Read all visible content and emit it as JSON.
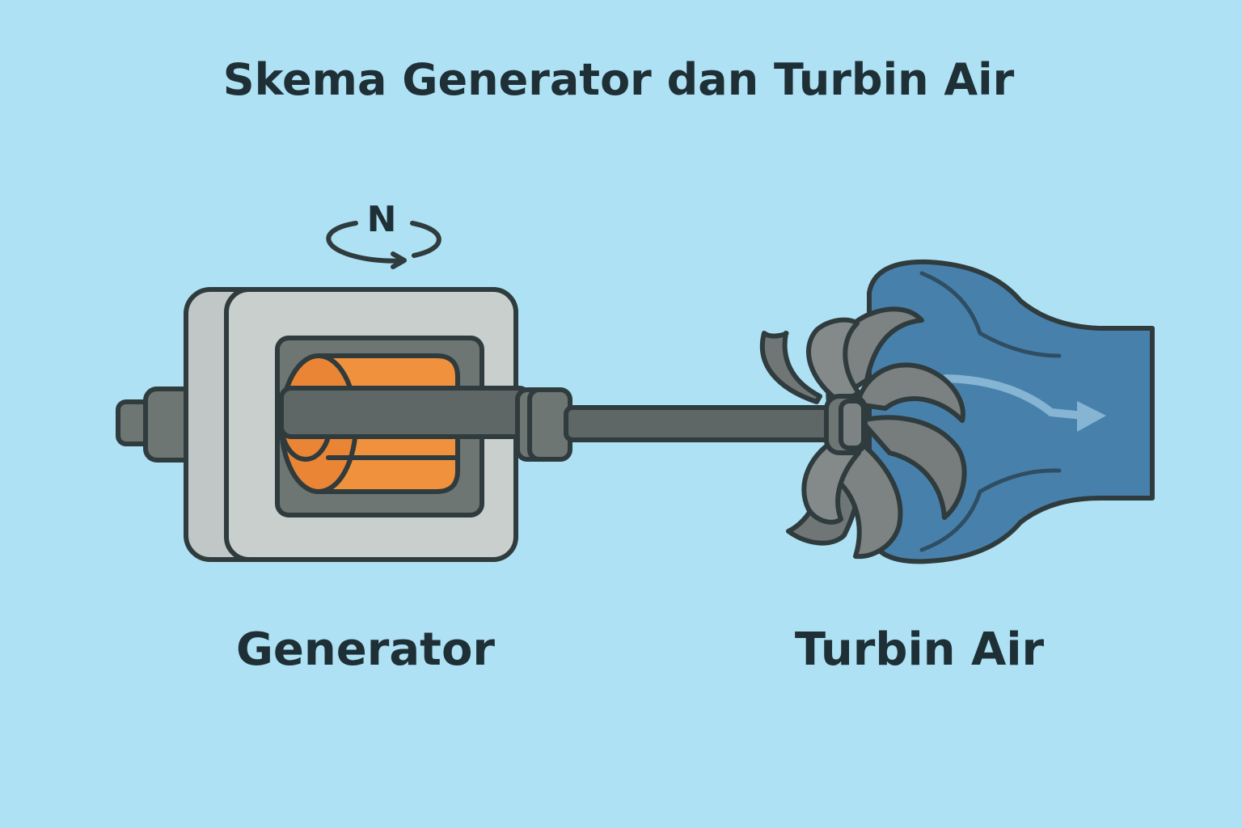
{
  "diagram": {
    "title": "Skema Generator dan Turbin Air",
    "labels": {
      "generator": "Generator",
      "turbine": "Turbin Air",
      "pole": "N"
    },
    "icons": {
      "rotation": "rotation-arrow-icon",
      "flow": "flow-arrow-icon"
    },
    "colors": {
      "background": "#ade1f3",
      "housing": "#c4cbca",
      "stator": "#6e7674",
      "rotor": "#f0913d",
      "shaft": "#5e6766",
      "blade": "#767d7c",
      "water": "#4781ab",
      "outline": "#2f3b3d",
      "text": "#1f2f36"
    }
  }
}
